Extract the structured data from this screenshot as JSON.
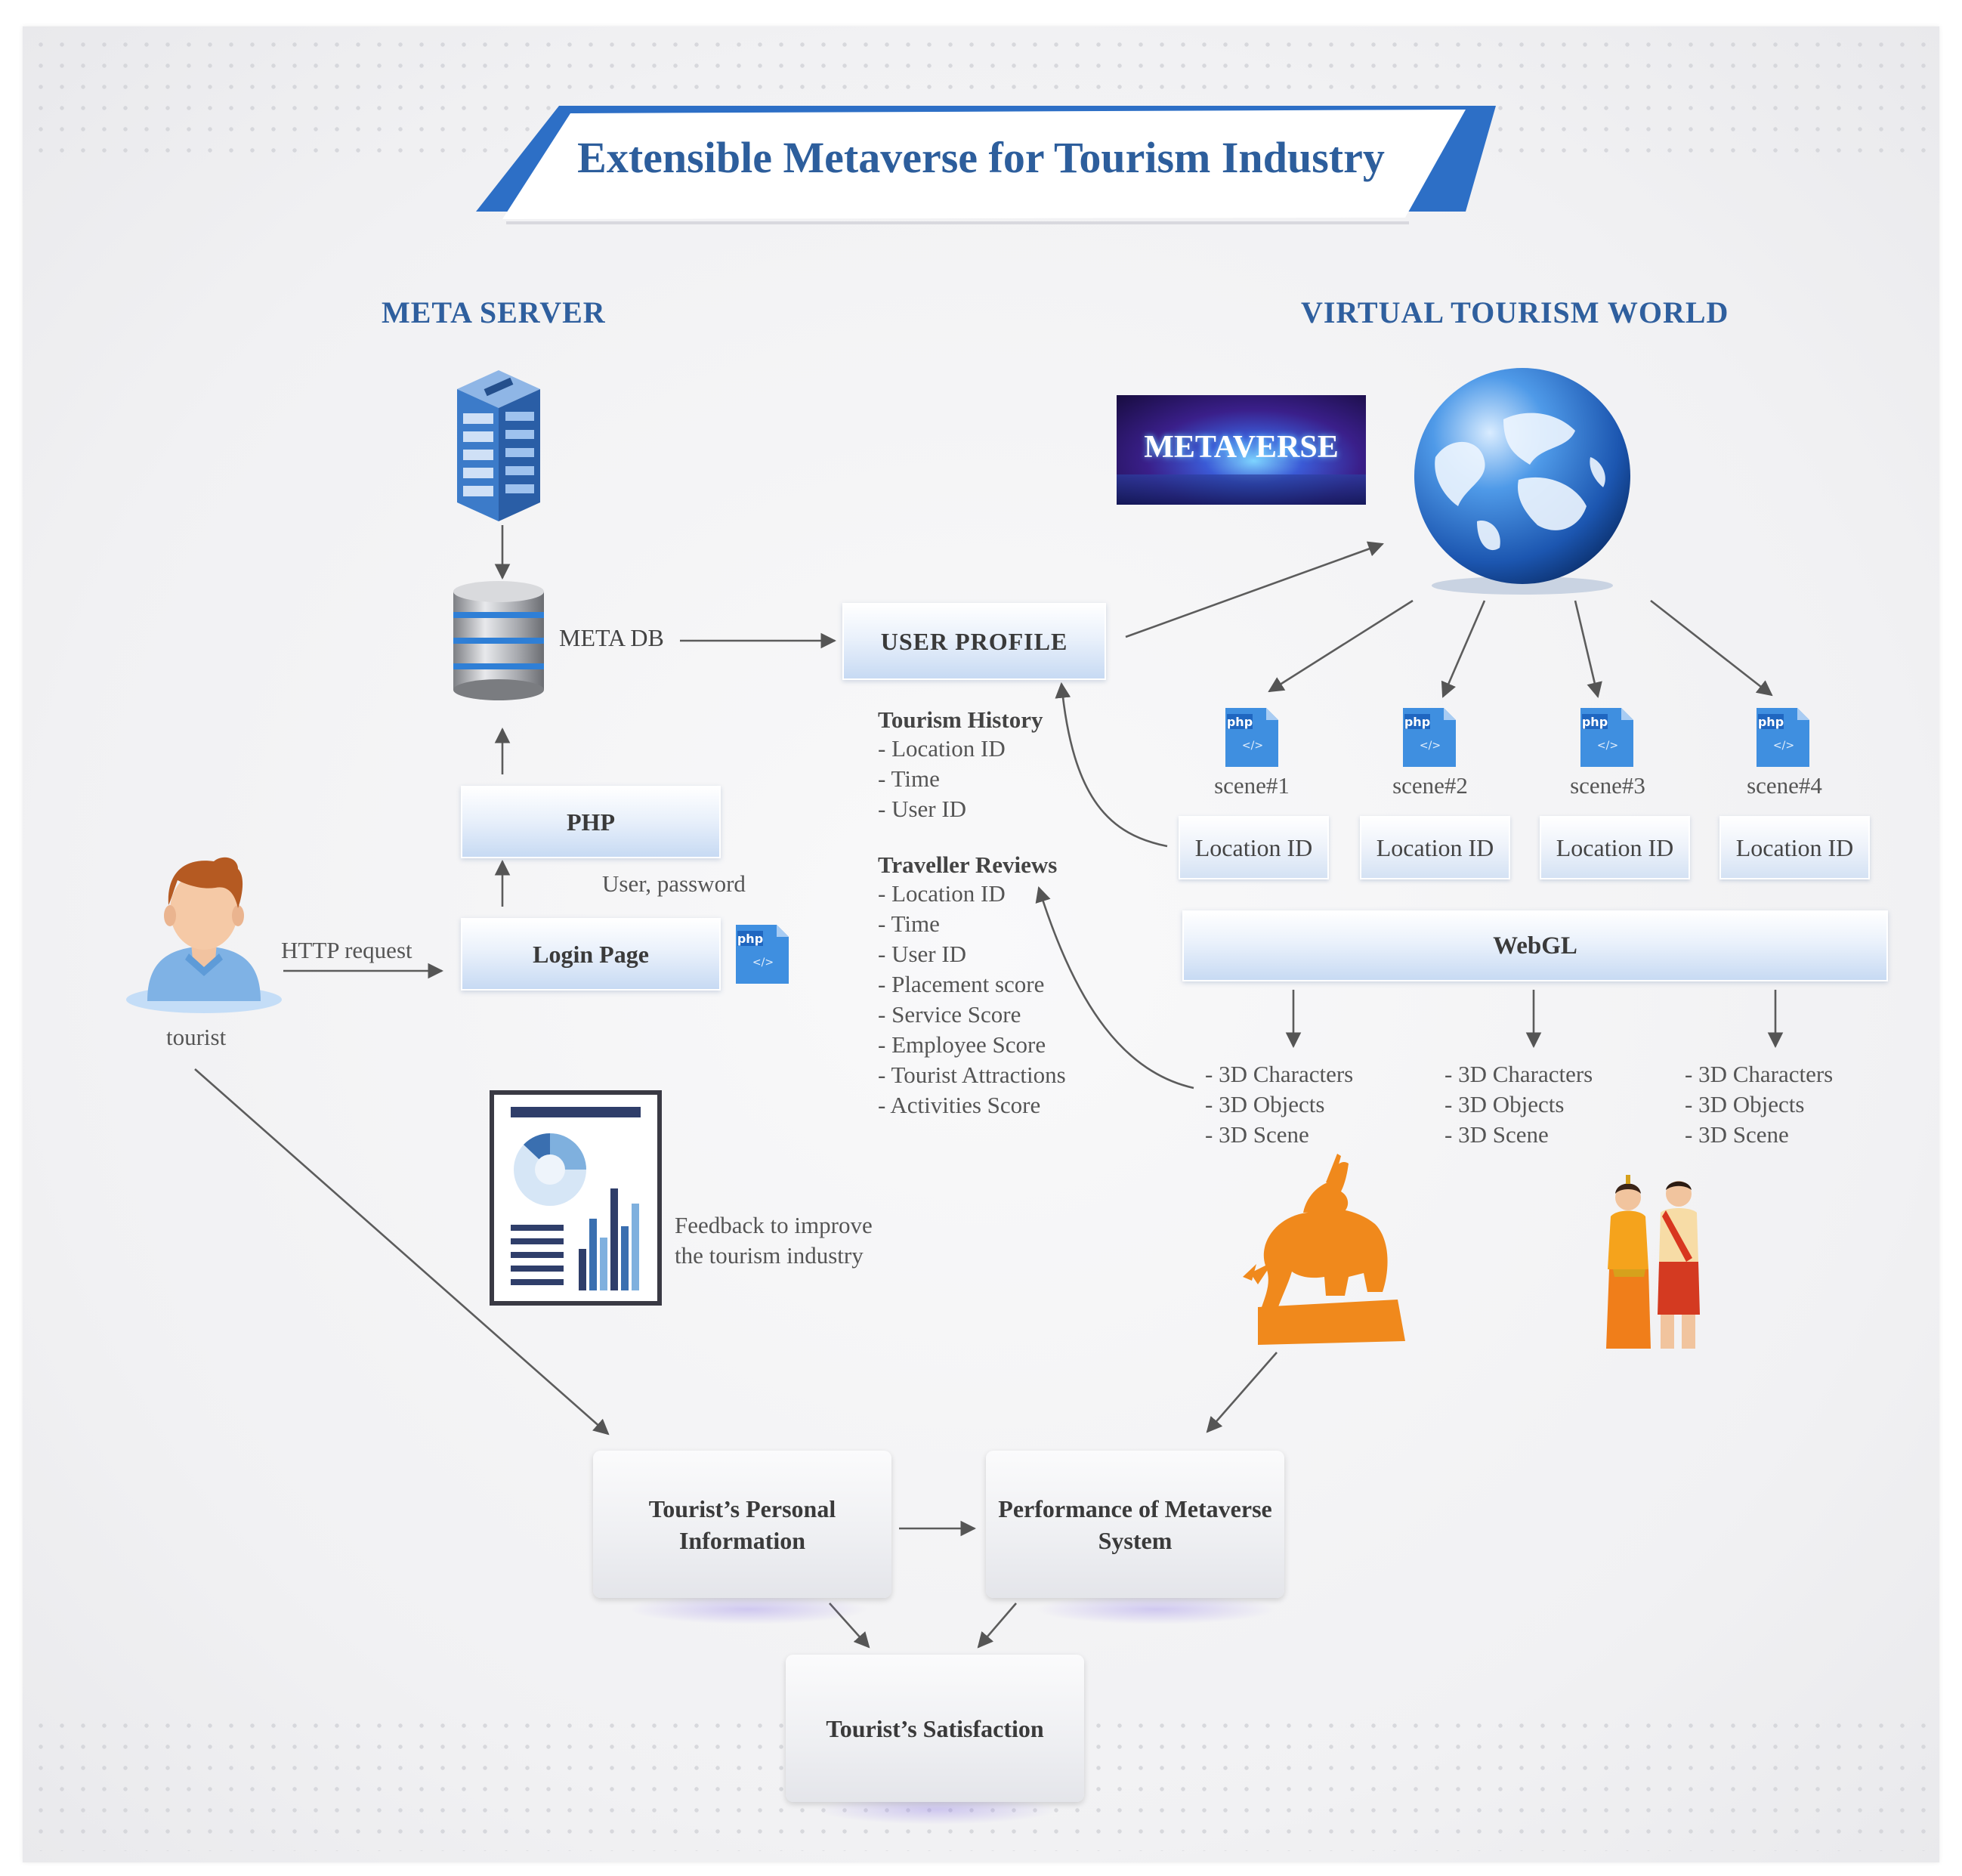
{
  "title": "Extensible Metaverse for Tourism Industry",
  "sections": {
    "server": "META SERVER",
    "world": "VIRTUAL TOURISM WORLD"
  },
  "server": {
    "db": "META DB",
    "php": "PHP",
    "login": "Login Page",
    "credentials": "User, password"
  },
  "tourist": {
    "label": "tourist",
    "request": "HTTP request"
  },
  "profile": {
    "label": "USER PROFILE",
    "history": {
      "heading": "Tourism History",
      "items": [
        "- Location ID",
        "- Time",
        "- User ID"
      ]
    },
    "reviews": {
      "heading": "Traveller Reviews",
      "items": [
        "- Location ID",
        "- Time",
        "- User ID",
        "- Placement score",
        "- Service Score",
        "- Employee Score",
        "- Tourist Attractions",
        "- Activities Score"
      ]
    }
  },
  "metaverse_banner": "METAVERSE",
  "scenes": [
    {
      "name": "scene#1",
      "location": "Location ID"
    },
    {
      "name": "scene#2",
      "location": "Location ID"
    },
    {
      "name": "scene#3",
      "location": "Location ID"
    },
    {
      "name": "scene#4",
      "location": "Location ID"
    }
  ],
  "webgl": "WebGL",
  "assets": [
    [
      "- 3D Characters",
      "- 3D Objects",
      "- 3D Scene"
    ],
    [
      "- 3D Characters",
      "- 3D Objects",
      "- 3D Scene"
    ],
    [
      "- 3D Characters",
      "- 3D Objects",
      "- 3D Scene"
    ]
  ],
  "feedback": "Feedback to improve the tourism industry",
  "outcomes": {
    "personal": "Tourist’s Personal Information",
    "performance": "Performance of Metaverse System",
    "satisfaction": "Tourist’s Satisfaction"
  },
  "icons": {
    "php_file": "php",
    "php_tag": "</>"
  },
  "colors": {
    "accent": "#2f6fc0",
    "heading": "#2f5f9e",
    "orange": "#f08a1c"
  }
}
